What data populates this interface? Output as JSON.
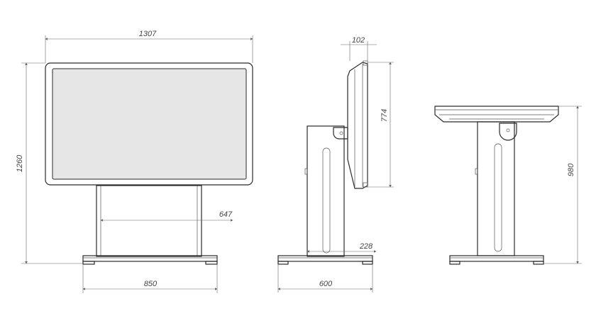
{
  "dimensions": {
    "front_width": "1307",
    "front_height": "1260",
    "column_width": "647",
    "base_width": "850",
    "screen_depth": "102",
    "screen_height": "774",
    "column_depth": "228",
    "base_depth": "600",
    "table_height": "980"
  },
  "colors": {
    "screen_fill": "#e6e6e6",
    "line": "#2a2a2a",
    "dimension_line": "#666666"
  }
}
